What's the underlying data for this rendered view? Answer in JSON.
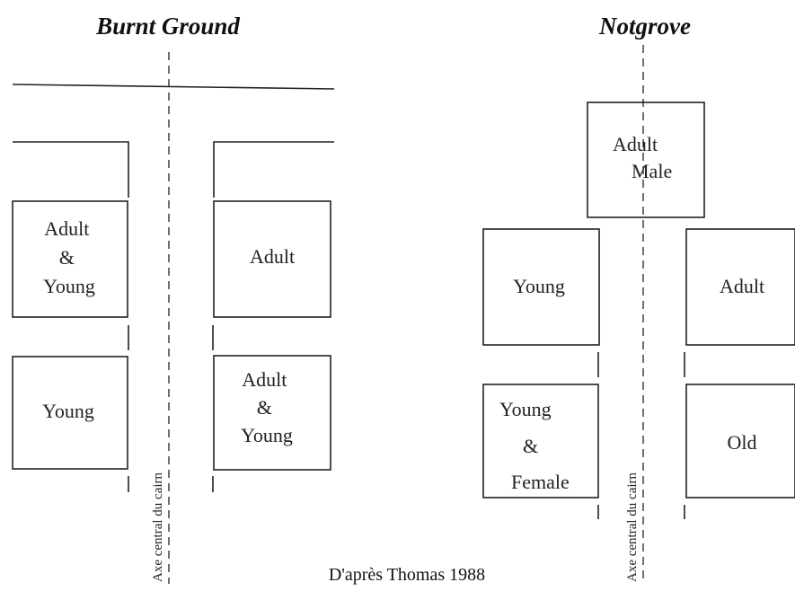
{
  "sites": [
    {
      "title": "Burnt Ground",
      "axis_label": "Axe central du cairn",
      "chambers": [
        {
          "lines": [
            "Adult",
            "&",
            "Young"
          ]
        },
        {
          "lines": [
            "Young"
          ]
        },
        {
          "lines": [
            "Adult"
          ]
        },
        {
          "lines": [
            "Adult",
            "&",
            "Young"
          ]
        }
      ]
    },
    {
      "title": "Notgrove",
      "axis_label": "Axe central du cairn",
      "chambers": [
        {
          "lines": [
            "Adult",
            "Male"
          ]
        },
        {
          "lines": [
            "Young"
          ]
        },
        {
          "lines": [
            "Adult"
          ]
        },
        {
          "lines": [
            "Young",
            "&",
            "Female"
          ]
        },
        {
          "lines": [
            "Old"
          ]
        }
      ]
    }
  ],
  "caption": "D'après Thomas 1988"
}
